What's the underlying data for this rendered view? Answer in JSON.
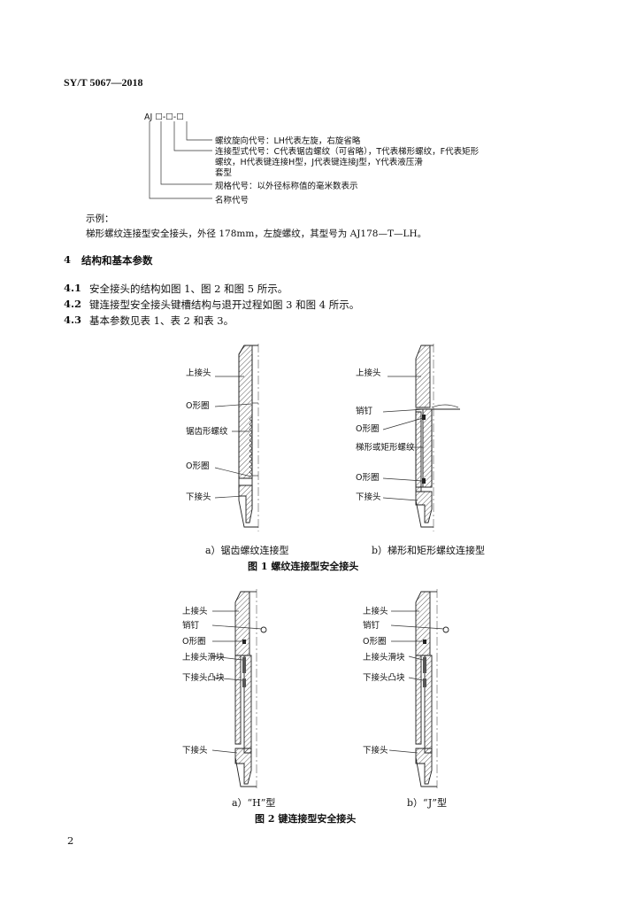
{
  "header": {
    "standard": "SY/T  5067—2018"
  },
  "code_diagram": {
    "code": "AJ ☐-☐-☐",
    "lines": [
      "螺纹旋向代号：LH代表左旋，右旋省略",
      "连接型式代号：C代表锯齿螺纹（可省略），T代表梯形螺纹，F代表矩形",
      "螺纹，H代表键连接H型，J代表键连接J型，Y代表液压滑",
      "套型",
      "规格代号：以外径标称值的毫米数表示",
      "名称代号"
    ]
  },
  "example": {
    "label": "示例：",
    "text": "梯形螺纹连接型安全接头，外径 178mm，左旋螺纹，其型号为 AJ178—T—LH。"
  },
  "section4": {
    "number": "4",
    "title": "结构和基本参数",
    "items": [
      {
        "num": "4.1",
        "text": "安全接头的结构如图 1、图 2 和图 5 所示。"
      },
      {
        "num": "4.2",
        "text": "键连接型安全接头键槽结构与退开过程如图 3 和图 4 所示。"
      },
      {
        "num": "4.3",
        "text": "基本参数见表 1、表 2 和表 3。"
      }
    ]
  },
  "figure1": {
    "a_labels": [
      "上接头",
      "O形圈",
      "锯齿形螺纹",
      "O形圈",
      "下接头"
    ],
    "b_labels": [
      "上接头",
      "销钉",
      "O形圈",
      "梯形或矩形螺纹",
      "O形圈",
      "下接头"
    ],
    "sub_a": "a）锯齿螺纹连接型",
    "sub_b": "b）梯形和矩形螺纹连接型",
    "caption": "图 1    螺纹连接型安全接头"
  },
  "figure2": {
    "a_labels": [
      "上接头",
      "销钉",
      "O形圈",
      "上接头滑块",
      "下接头凸块",
      "下接头"
    ],
    "b_labels": [
      "上接头",
      "销钉",
      "O形圈",
      "上接头滑块",
      "下接头凸块",
      "下接头"
    ],
    "sub_a": "a）“H”型",
    "sub_b": "b）“J”型",
    "caption": "图 2    键连接型安全接头"
  },
  "page_number": "2"
}
